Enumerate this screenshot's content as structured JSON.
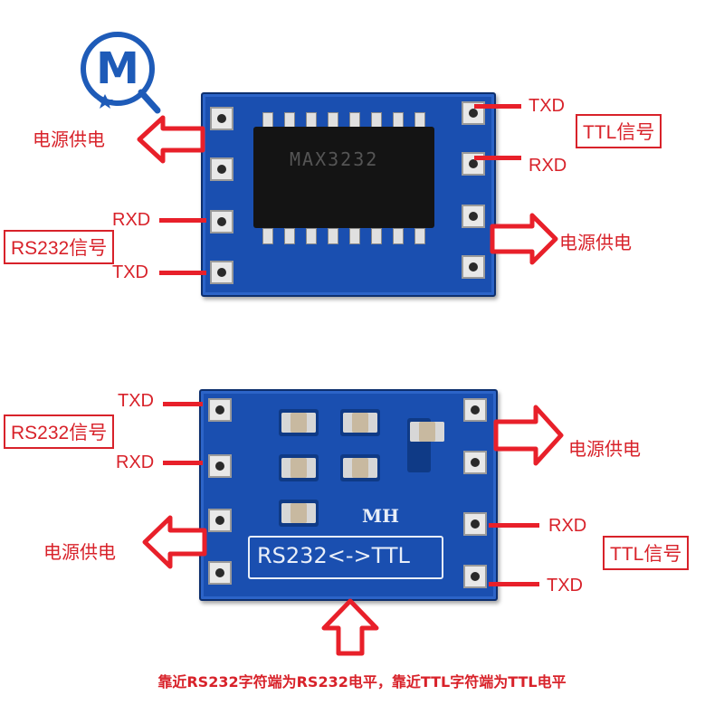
{
  "logo": {
    "letter": "M"
  },
  "top_module": {
    "labels": {
      "power_left": "电源供电",
      "rs232_box": "RS232信号",
      "rxd_left": "RXD",
      "txd_left": "TXD",
      "txd_right": "TXD",
      "rxd_right": "RXD",
      "ttl_box": "TTL信号",
      "power_right": "电源供电"
    },
    "chip_marking": "MAX3232"
  },
  "bottom_module": {
    "labels": {
      "txd_left": "TXD",
      "rs232_box": "RS232信号",
      "rxd_left": "RXD",
      "power_left": "电源供电",
      "power_right": "电源供电",
      "rxd_right": "RXD",
      "ttl_box": "TTL信号",
      "txd_right": "TXD"
    },
    "silk_brand": "MH",
    "silk_text": "RS232<->TTL"
  },
  "footer_note": "靠近RS232字符端为RS232电平，靠近TTL字符端为TTL电平",
  "colors": {
    "annotation": "#d8222a",
    "pcb": "#1a4fb0",
    "logo": "#1e5bb8"
  }
}
